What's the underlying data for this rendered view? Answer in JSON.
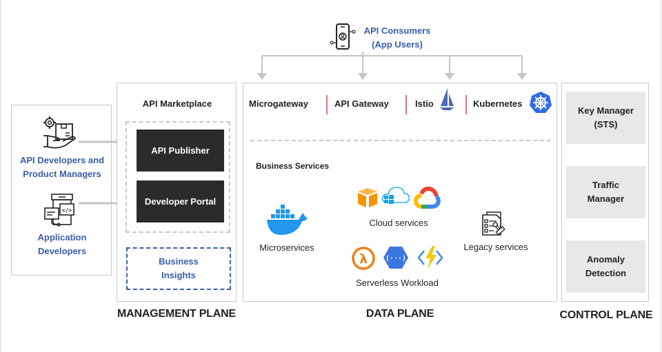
{
  "consumers": {
    "line1": "API Consumers",
    "line2": "(App Users)",
    "icon": "mobile-user-icon"
  },
  "actors": {
    "api_developers": {
      "line1": "API Developers and",
      "line2": "Product Managers",
      "icon": "hand-box-gear-icon"
    },
    "app_developers": {
      "line1": "Application",
      "line2": "Developers",
      "icon": "code-devices-icon"
    }
  },
  "management": {
    "title": "API Marketplace",
    "publisher": "API Publisher",
    "portal": "Developer Portal",
    "insights_line1": "Business",
    "insights_line2": "Insights",
    "label": "MANAGEMENT PLANE"
  },
  "data_plane": {
    "gateways": [
      {
        "label": "Microgateway"
      },
      {
        "label": "API Gateway"
      },
      {
        "label": "Istio",
        "icon": "istio-sail-icon"
      },
      {
        "label": "Kubernetes",
        "icon": "kubernetes-helm-icon"
      }
    ],
    "business_services_title": "Business Services",
    "microservices": {
      "label": "Microservices",
      "icon": "docker-whale-icon"
    },
    "cloud": {
      "label": "Cloud services",
      "icons": [
        "aws-cube-icon",
        "azure-cloud-icon",
        "google-cloud-icon"
      ]
    },
    "serverless": {
      "label": "Serverless Workload",
      "icons": [
        "aws-lambda-icon",
        "gcp-functions-icon",
        "azure-functions-icon"
      ]
    },
    "legacy": {
      "label": "Legacy services",
      "icon": "document-stamp-icon"
    },
    "label": "DATA PLANE"
  },
  "control_plane": {
    "items": [
      {
        "line1": "Key Manager",
        "line2": "(STS)"
      },
      {
        "line1": "Traffic",
        "line2": "Manager"
      },
      {
        "line1": "Anomaly",
        "line2": "Detection"
      }
    ],
    "label": "CONTROL PLANE"
  },
  "colors": {
    "accent_blue": "#3a5ea8",
    "dark_box": "#2b2b2b",
    "control_box": "#e8e8e8",
    "arrow_grey": "#c4c4c4",
    "separator_red": "#d9737d",
    "docker_blue": "#2396ed",
    "aws_orange": "#f79400",
    "k8s_blue": "#326ce5"
  }
}
